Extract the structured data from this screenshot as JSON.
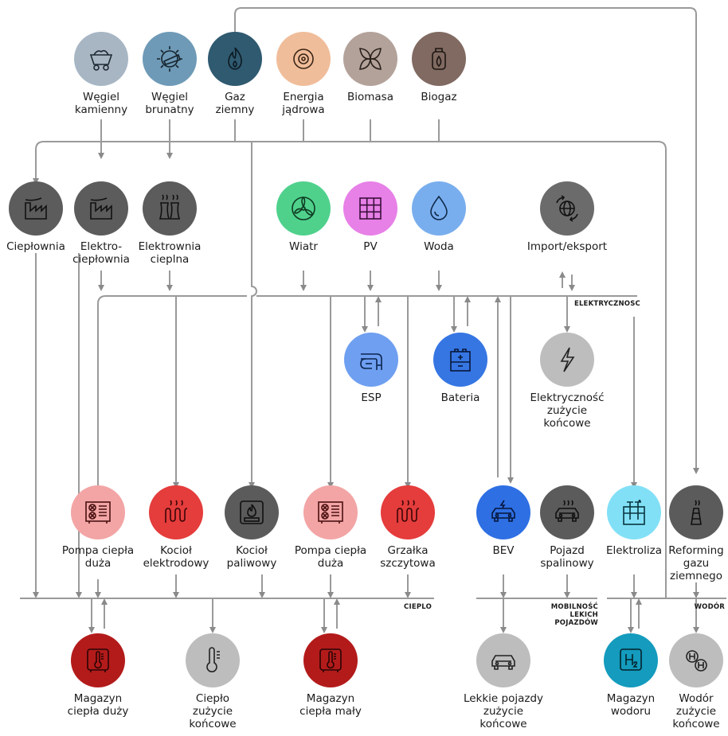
{
  "colors": {
    "line": "#9a9a9a",
    "coal": "#a8b6c4",
    "lignite": "#6e9ab7",
    "gas": "#2f5a70",
    "nuclear": "#f0bd9a",
    "biomass": "#b3a29a",
    "biogas": "#806a61",
    "plant": "#5c5c5c",
    "wind": "#4fd18c",
    "pv": "#e780e7",
    "water": "#79aeee",
    "import": "#6b6b6b",
    "esp": "#6f9ff0",
    "battery": "#3676e3",
    "elec_end": "#bdbdbd",
    "hp": "#f3a5a5",
    "boiler_el": "#e53c3c",
    "boiler_fuel": "#5b5b5b",
    "bev": "#2e6fe3",
    "ice": "#5b5b5b",
    "electrolysis": "#82e0f6",
    "reforming": "#5b5b5b",
    "storage_big": "#b31b1b",
    "heat_end": "#bdbdbd",
    "storage_small": "#b31b1b",
    "light_veh": "#bdbdbd",
    "h2_store": "#149bbd",
    "h2_end": "#bdbdbd"
  },
  "nodes": {
    "wegiel_kamienny": {
      "label": "Węgiel\nkamienny",
      "icon": "coal-cart-icon"
    },
    "wegiel_brunatny": {
      "label": "Węgiel\nbrunatny",
      "icon": "excavator-wheel-icon"
    },
    "gaz_ziemny": {
      "label": "Gaz\nziemny",
      "icon": "flame-icon"
    },
    "energia_jadrowa": {
      "label": "Energia\njądrowa",
      "icon": "atom-icon"
    },
    "biomasa": {
      "label": "Biomasa",
      "icon": "leaves-icon"
    },
    "biogaz": {
      "label": "Biogaz",
      "icon": "gas-cylinder-icon"
    },
    "cieplownia": {
      "label": "Ciepłownia",
      "icon": "factory-icon"
    },
    "elektrocieplownia": {
      "label": "Elektro-\nciepłownia",
      "icon": "factory-icon"
    },
    "elektrownia": {
      "label": "Elektrownia\ncieplna",
      "icon": "cooling-tower-icon"
    },
    "wiatr": {
      "label": "Wiatr",
      "icon": "wind-turbine-icon"
    },
    "pv": {
      "label": "PV",
      "icon": "solar-panel-icon"
    },
    "woda": {
      "label": "Woda",
      "icon": "water-drop-icon"
    },
    "import": {
      "label": "Import/eksport",
      "icon": "globe-arrows-icon"
    },
    "esp": {
      "label": "ESP",
      "icon": "pipe-icon"
    },
    "bateria": {
      "label": "Bateria",
      "icon": "battery-icon"
    },
    "elektrycznosc_end": {
      "label": "Elektryczność\nzużycie\nkońcowe",
      "icon": "lightning-icon"
    },
    "pompa_duza_1": {
      "label": "Pompa ciepła\nduża",
      "icon": "heat-pump-icon"
    },
    "kociol_elektrodowy": {
      "label": "Kocioł\nelektrodowy",
      "icon": "heating-coil-icon"
    },
    "kociol_paliwowy": {
      "label": "Kocioł\npaliwowy",
      "icon": "boiler-flame-icon"
    },
    "pompa_duza_2": {
      "label": "Pompa ciepła\nduża",
      "icon": "heat-pump-icon"
    },
    "grzalka": {
      "label": "Grzałka\nszczytowa",
      "icon": "heating-coil-icon"
    },
    "bev": {
      "label": "BEV",
      "icon": "electric-car-icon"
    },
    "pojazd_spalinowy": {
      "label": "Pojazd\nspalinowy",
      "icon": "exhaust-car-icon"
    },
    "elektroliza": {
      "label": "Elektroliza",
      "icon": "electrolysis-icon"
    },
    "reforming": {
      "label": "Reforming\ngazu\nziemnego",
      "icon": "chimney-icon"
    },
    "magazyn_duzy": {
      "label": "Magazyn\nciepła duży",
      "icon": "thermometer-tank-icon"
    },
    "cieplo_end": {
      "label": "Ciepło\nzużycie\nkońcowe",
      "icon": "thermometer-icon"
    },
    "magazyn_maly": {
      "label": "Magazyn\nciepła mały",
      "icon": "thermometer-tank-icon"
    },
    "lekkie_pojazdy": {
      "label": "Lekkie pojazdy\nzużycie\nkońcowe",
      "icon": "car-icon"
    },
    "magazyn_wodoru": {
      "label": "Magazyn\nwodoru",
      "icon": "h2-tank-icon"
    },
    "wodor_end": {
      "label": "Wodór\nzużycie\nkońcowe",
      "icon": "hydrogen-molecule-icon"
    }
  },
  "buses": {
    "elektrycznosc": "ELEKTRYCZNOSC",
    "cieplo": "CIEPLO",
    "mobilnosc": "MOBILNOŚĆ\nLEKICH\nPOJAZDÓW",
    "wodor": "WODÓR"
  }
}
